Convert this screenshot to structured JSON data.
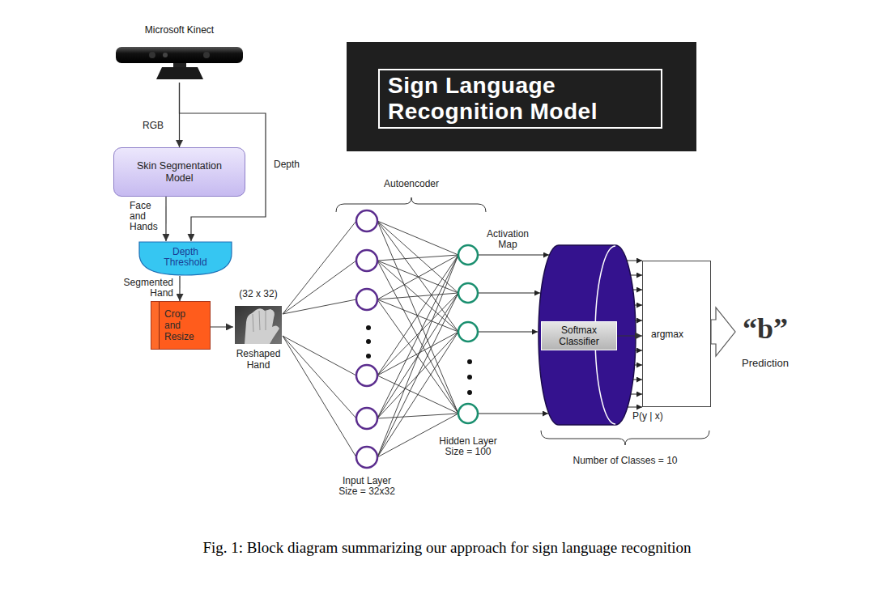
{
  "diagram": {
    "caption": "Fig. 1: Block diagram summarizing our approach for sign language recognition",
    "nodes": [
      {
        "text": [
          "Microsoft Kinect"
        ]
      },
      {
        "text": [
          "Sign Language Recognition Model"
        ]
      },
      {
        "text": [
          "Skin Segmentation Model"
        ]
      },
      {
        "text": [
          "Depth Threshold"
        ]
      },
      {
        "text": [
          "Crop and Resize"
        ]
      },
      {
        "text": [
          "(32 x 32)",
          "Reshaped Hand"
        ]
      },
      {
        "text": [
          "Softmax Classifier"
        ]
      },
      {
        "text": [
          "argmax"
        ]
      }
    ],
    "edges": [
      {
        "from": 0,
        "to": 2,
        "arrow": "to",
        "label": "RGB"
      },
      {
        "from": 0,
        "to": 3,
        "arrow": "to",
        "label": "Depth"
      },
      {
        "from": 2,
        "to": 3,
        "arrow": "to",
        "label": "Face and Hands"
      },
      {
        "from": 3,
        "to": 4,
        "arrow": "to",
        "label": "Segmented Hand"
      },
      {
        "from": 4,
        "to": 5,
        "arrow": "to"
      },
      {
        "from": 6,
        "to": 7,
        "arrow": "to"
      }
    ],
    "labels": [
      "Autoencoder",
      "Activation Map",
      "“b”",
      "Prediction",
      "P(y | x)",
      "Hidden Layer Size = 100",
      "Number of Classes = 10",
      "Input Layer Size = 32x32"
    ]
  }
}
